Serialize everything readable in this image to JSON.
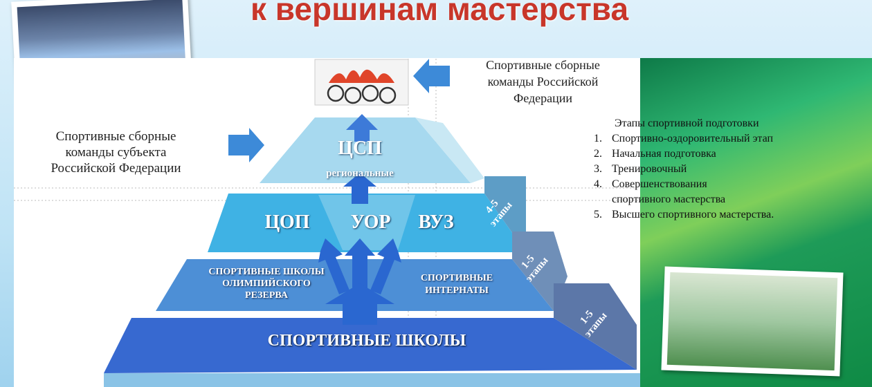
{
  "title": "к вершинам мастерства",
  "left_label": [
    "Спортивные сборные",
    "команды субъекта",
    "Российской Федерации"
  ],
  "right_label": [
    "Спортивные сборные",
    "команды Российской",
    "Федерации"
  ],
  "pyramid": {
    "tier1": {
      "title": "ЦСП",
      "subtitle": "региональные"
    },
    "tier2": [
      "ЦОП",
      "УОР",
      "ВУЗ"
    ],
    "tier3_left": [
      "СПОРТИВНЫЕ ШКОЛЫ",
      "ОЛИМПИЙСКОГО",
      "РЕЗЕРВА"
    ],
    "tier3_right": [
      "СПОРТИВНЫЕ",
      "ИНТЕРНАТЫ"
    ],
    "tier4": "СПОРТИВНЫЕ ШКОЛЫ",
    "side": [
      {
        "range": "4-5",
        "word": "этапы"
      },
      {
        "range": "1-5",
        "word": "этапы"
      },
      {
        "range": "1-5",
        "word": "этапы"
      }
    ]
  },
  "stages": {
    "heading": "Этапы спортивной подготовки",
    "items": [
      {
        "n": "1.",
        "text": "Спортивно-оздоровительный этап"
      },
      {
        "n": "2.",
        "text": "Начальная подготовка"
      },
      {
        "n": "3.",
        "text": "Тренировочный"
      },
      {
        "n": "4.",
        "text": "Совершенствования"
      },
      {
        "n": "",
        "text": "спортивного мастерства"
      },
      {
        "n": "5.",
        "text": "Высшего спортивного мастерства."
      }
    ]
  }
}
